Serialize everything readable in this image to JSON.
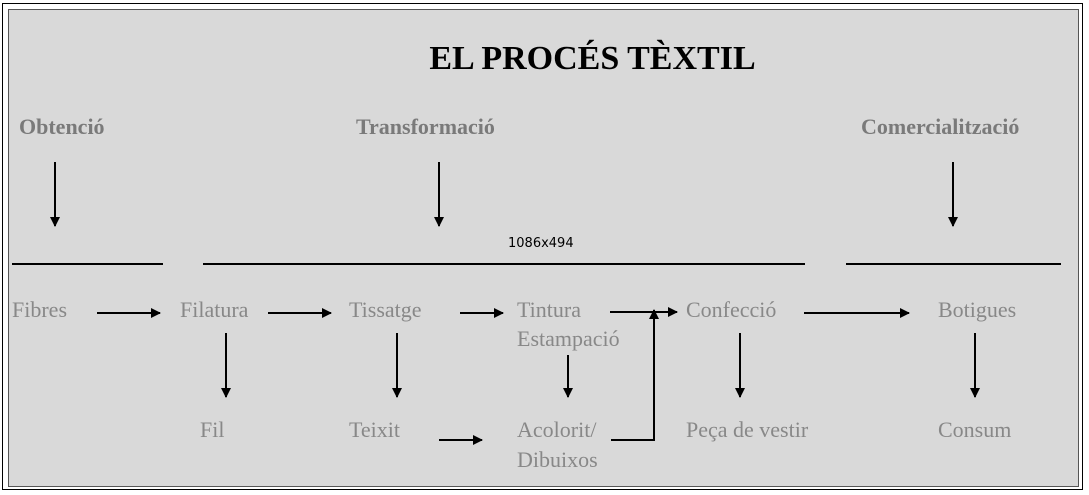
{
  "title": "EL PROCÉS TÈXTIL",
  "stages": {
    "obtencio": "Obtenció",
    "transformacio": "Transformació",
    "comercialitzacio": "Comercialització"
  },
  "dimension_label": "1086x494",
  "nodes": {
    "fibres": "Fibres",
    "filatura": "Filatura",
    "tissatge": "Tissatge",
    "tintura": "Tintura",
    "estampacio": "Estampació",
    "confeccio": "Confecció",
    "botigues": "Botigues",
    "fil": "Fil",
    "teixit": "Teixit",
    "acolorit": "Acolorit/",
    "dibuixos": "Dibuixos",
    "peca": "Peça de vestir",
    "consum": "Consum"
  },
  "colors": {
    "panel_background": "#d9d9d9",
    "stage_text": "#7a7a7a",
    "node_text": "#888888",
    "title_text": "#000000",
    "lines_arrows": "#000000"
  }
}
